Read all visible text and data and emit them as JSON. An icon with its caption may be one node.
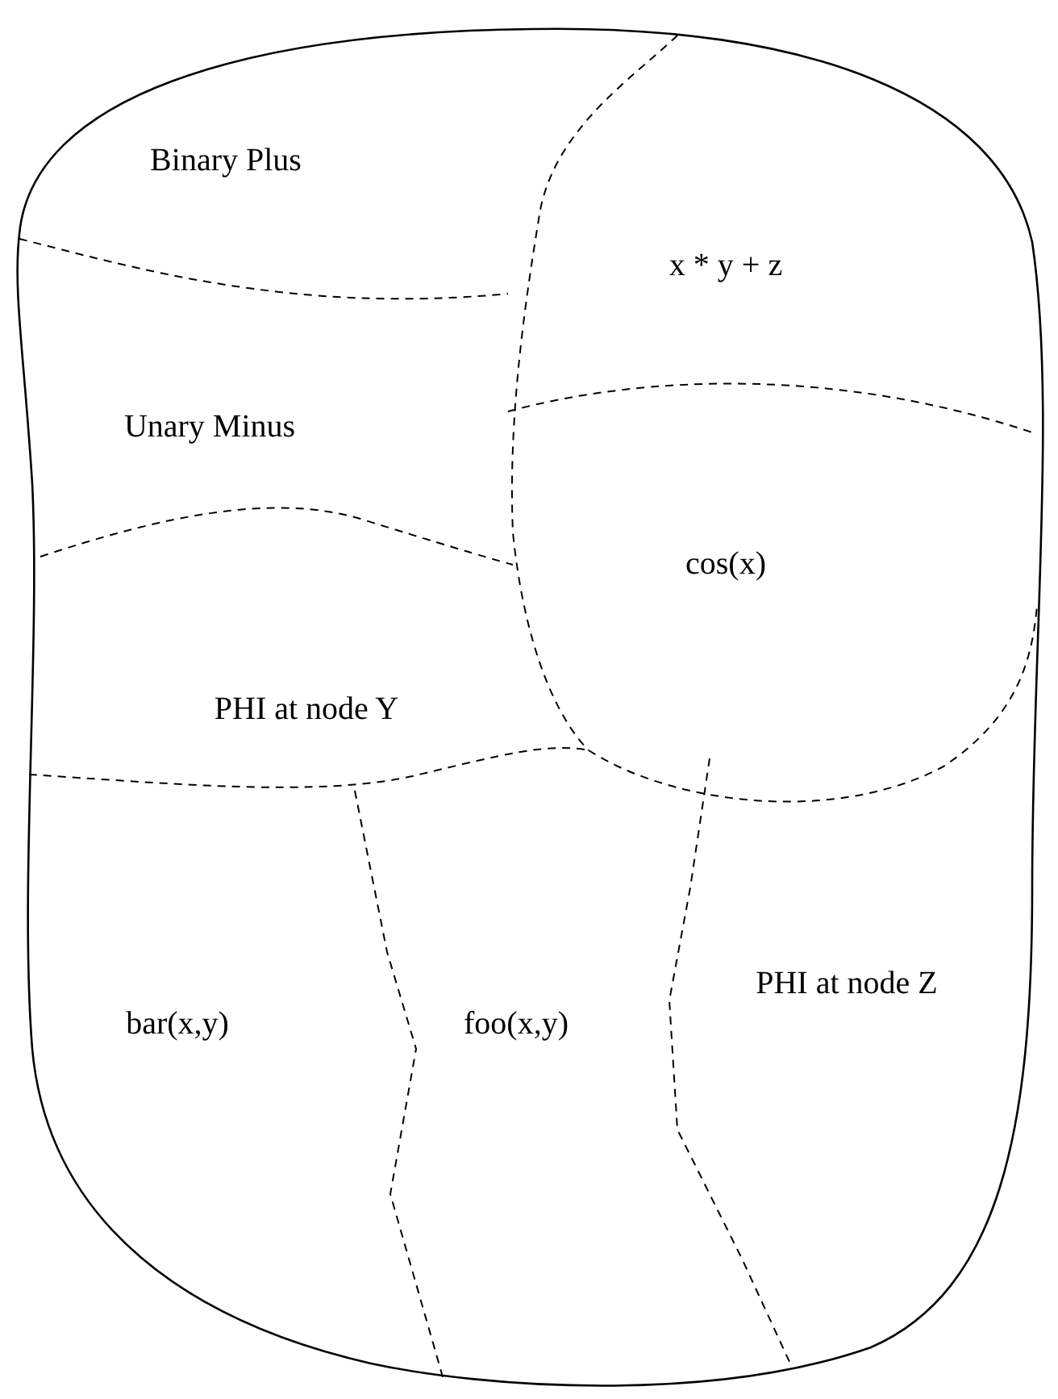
{
  "diagram": {
    "nodes": [
      {
        "text": [],
        "shape": "cloud"
      },
      {
        "text": [
          "Binary Plus"
        ],
        "in": 0
      },
      {
        "text": [
          "x * y + z"
        ],
        "in": 0
      },
      {
        "text": [
          "Unary Minus"
        ],
        "in": 0
      },
      {
        "text": [
          "cos(x)"
        ],
        "in": 0
      },
      {
        "text": [
          "PHI at node Y"
        ],
        "in": 0
      },
      {
        "text": [
          "bar(x,y)"
        ],
        "in": 0
      },
      {
        "text": [
          "foo(x,y)"
        ],
        "in": 0
      },
      {
        "text": [
          "PHI at node Z"
        ],
        "in": 0
      }
    ]
  }
}
